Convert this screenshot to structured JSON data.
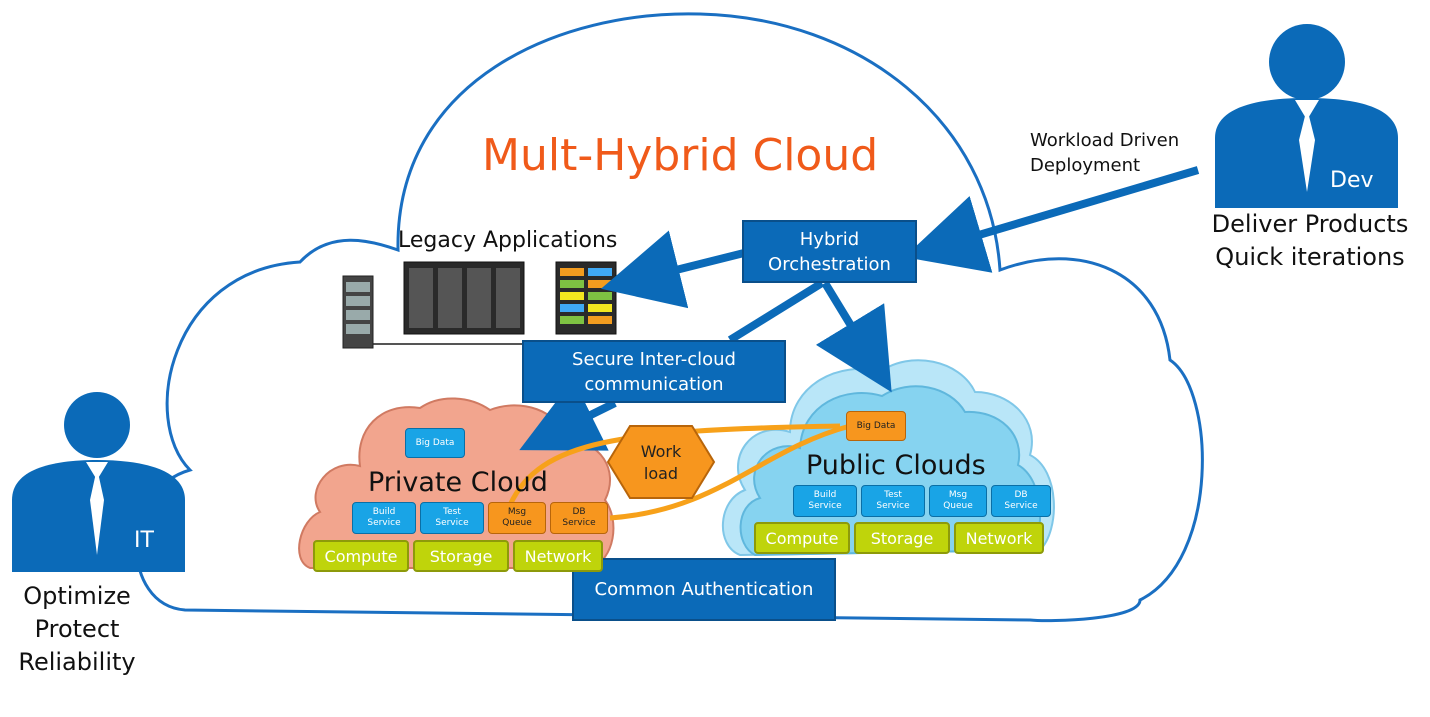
{
  "title": "Mult-Hybrid Cloud",
  "legacy_label": "Legacy Applications",
  "hybrid_orchestration": "Hybrid\nOrchestration",
  "secure_comm": "Secure Inter-cloud\ncommunication",
  "common_auth": "Common Authentication",
  "workload_driven": "Workload Driven\nDeployment",
  "workload": "Work\nload",
  "private_cloud": {
    "title": "Private Cloud",
    "big_data": "Big Data",
    "services": [
      "Build\nService",
      "Test\nService",
      "Msg\nQueue",
      "DB\nService"
    ],
    "resources": [
      "Compute",
      "Storage",
      "Network"
    ]
  },
  "public_clouds": {
    "title": "Public Clouds",
    "big_data": "Big Data",
    "services": [
      "Build\nService",
      "Test\nService",
      "Msg\nQueue",
      "DB\nService"
    ],
    "resources": [
      "Compute",
      "Storage",
      "Network"
    ]
  },
  "it_persona": {
    "badge": "IT",
    "label": "Optimize\nProtect\nReliability"
  },
  "dev_persona": {
    "badge": "Dev",
    "label": "Deliver Products\nQuick iterations"
  },
  "colors": {
    "accent_orange": "#f05a1a",
    "box_blue": "#0b6ab8",
    "cloud_outline": "#1a6fc2",
    "private_cloud": "#f2a58e",
    "public_cloud": "#86d3f0",
    "service_blue": "#19a4e6",
    "service_orange": "#f7961e",
    "resource_green": "#bfd40b"
  }
}
